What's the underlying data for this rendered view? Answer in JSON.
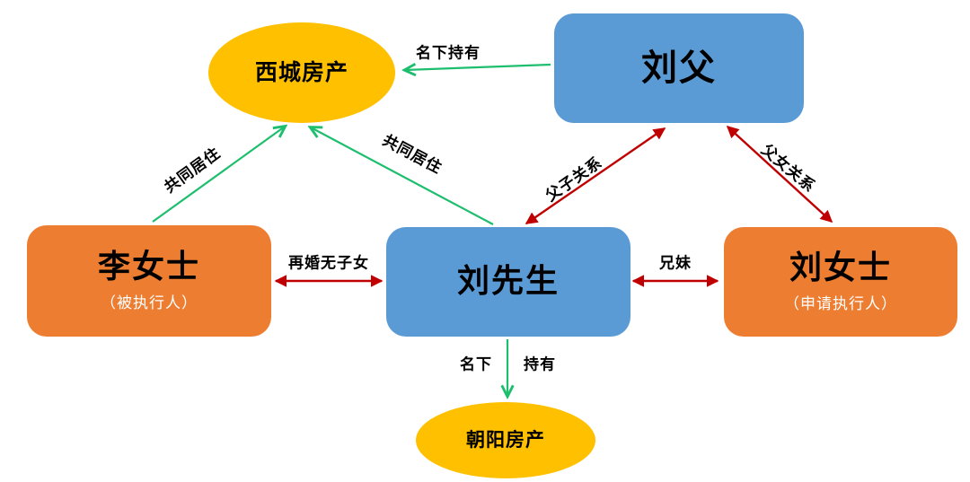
{
  "diagram": {
    "colors": {
      "blue": "#5B9BD5",
      "orange": "#ED7D31",
      "yellow": "#FFC000",
      "green": "#1DBE6E",
      "red": "#C00000",
      "text": "#000000",
      "subtext": "#FFFFFF",
      "background": "#FFFFFF"
    },
    "nodes": {
      "xicheng": {
        "label": "西城房产",
        "shape": "ellipse"
      },
      "liu_father": {
        "label": "刘父",
        "shape": "rect"
      },
      "ms_li": {
        "label": "李女士",
        "sublabel": "（被执行人）",
        "shape": "rect"
      },
      "mr_liu": {
        "label": "刘先生",
        "shape": "rect"
      },
      "ms_liu": {
        "label": "刘女士",
        "sublabel": "（申请执行人）",
        "shape": "rect"
      },
      "chaoyang": {
        "label": "朝阳房产",
        "shape": "ellipse"
      }
    },
    "edges": {
      "father_owns_xicheng": {
        "from": "liu_father",
        "to": "xicheng",
        "label": "名下持有",
        "arrow": "single",
        "color": "green"
      },
      "li_cohabit_xicheng": {
        "from": "ms_li",
        "to": "xicheng",
        "label": "共同居住",
        "arrow": "single",
        "color": "green"
      },
      "liu_cohabit_xicheng": {
        "from": "mr_liu",
        "to": "xicheng",
        "label": "共同居住",
        "arrow": "single",
        "color": "green"
      },
      "father_son": {
        "from": "mr_liu",
        "to": "liu_father",
        "label": "父子关系",
        "arrow": "double",
        "color": "red"
      },
      "father_daughter": {
        "from": "ms_liu",
        "to": "liu_father",
        "label": "父女关系",
        "arrow": "double",
        "color": "red"
      },
      "remarriage": {
        "from": "ms_li",
        "to": "mr_liu",
        "label": "再婚无子女",
        "arrow": "double",
        "color": "red"
      },
      "siblings": {
        "from": "mr_liu",
        "to": "ms_liu",
        "label": "兄妹",
        "arrow": "double",
        "color": "red"
      },
      "liu_owns_chaoyang": {
        "from": "mr_liu",
        "to": "chaoyang",
        "label_left": "名下",
        "label_right": "持有",
        "arrow": "single",
        "color": "green"
      }
    }
  }
}
